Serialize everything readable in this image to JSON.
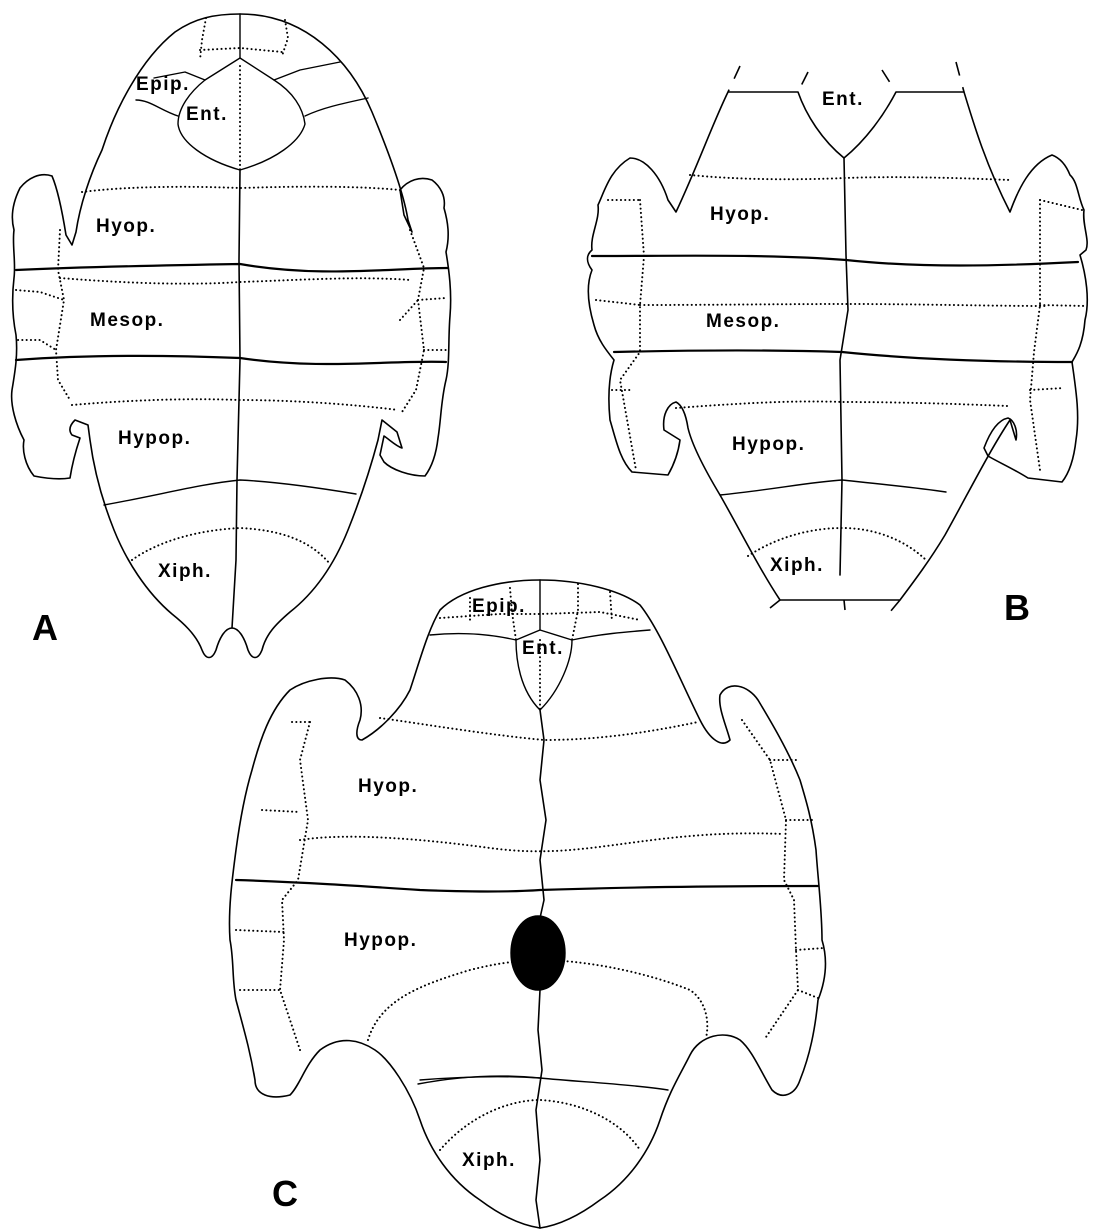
{
  "panels": {
    "a": {
      "letter": "A",
      "labels": {
        "epip": "Epip.",
        "ent": "Ent.",
        "hyop": "Hyop.",
        "mesop": "Mesop.",
        "hypop": "Hypop.",
        "xiph": "Xiph."
      }
    },
    "b": {
      "letter": "B",
      "labels": {
        "ent": "Ent.",
        "hyop": "Hyop.",
        "mesop": "Mesop.",
        "hypop": "Hypop.",
        "xiph": "Xiph."
      }
    },
    "c": {
      "letter": "C",
      "labels": {
        "epip": "Epip.",
        "ent": "Ent.",
        "hyop": "Hyop.",
        "hypop": "Hypop.",
        "xiph": "Xiph."
      }
    }
  }
}
